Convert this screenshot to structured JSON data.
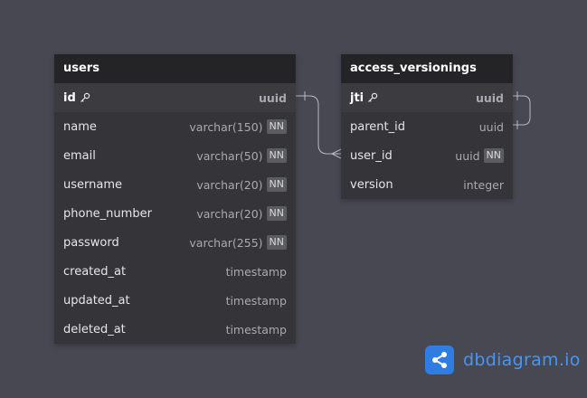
{
  "tables": {
    "users": {
      "title": "users",
      "columns": [
        {
          "name": "id",
          "type": "uuid",
          "nn": "",
          "pk": true
        },
        {
          "name": "name",
          "type": "varchar(150)",
          "nn": "NN"
        },
        {
          "name": "email",
          "type": "varchar(50)",
          "nn": "NN"
        },
        {
          "name": "username",
          "type": "varchar(20)",
          "nn": "NN"
        },
        {
          "name": "phone_number",
          "type": "varchar(20)",
          "nn": "NN"
        },
        {
          "name": "password",
          "type": "varchar(255)",
          "nn": "NN"
        },
        {
          "name": "created_at",
          "type": "timestamp",
          "nn": ""
        },
        {
          "name": "updated_at",
          "type": "timestamp",
          "nn": ""
        },
        {
          "name": "deleted_at",
          "type": "timestamp",
          "nn": ""
        }
      ]
    },
    "access_versionings": {
      "title": "access_versionings",
      "columns": [
        {
          "name": "jti",
          "type": "uuid",
          "nn": "",
          "pk": true
        },
        {
          "name": "parent_id",
          "type": "uuid",
          "nn": ""
        },
        {
          "name": "user_id",
          "type": "uuid",
          "nn": "NN"
        },
        {
          "name": "version",
          "type": "integer",
          "nn": ""
        }
      ]
    }
  },
  "brand": {
    "name": "dbdiagram",
    "tld": ".io"
  },
  "icons": {
    "primary_key": "key-icon",
    "brand_logo": "share-network-icon"
  },
  "colors": {
    "background": "#484853",
    "header": "#242427",
    "body": "#353539",
    "brand": "#2f7de1"
  }
}
